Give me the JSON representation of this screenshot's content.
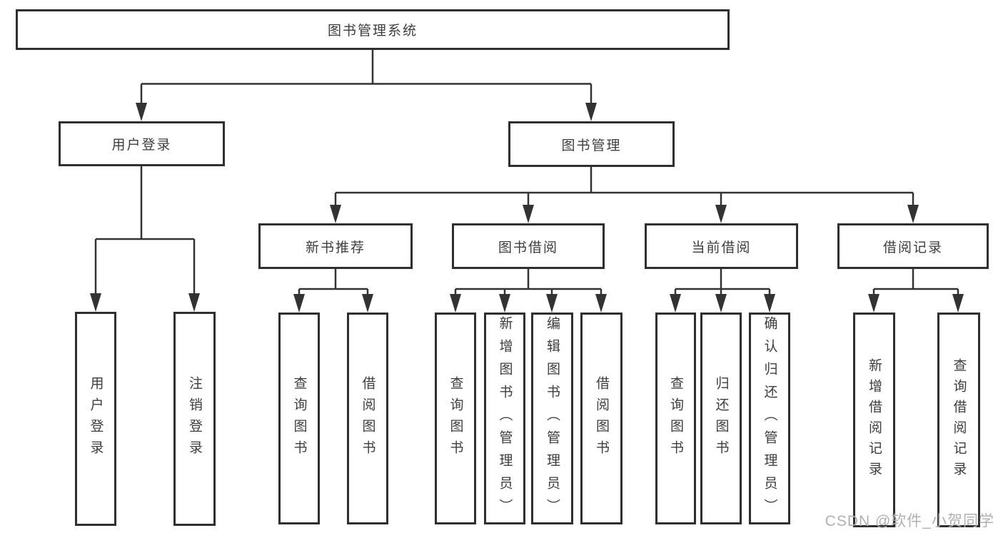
{
  "diagram": {
    "root": {
      "label": "图书管理系统"
    },
    "level2": [
      {
        "id": "user-login",
        "label": "用户登录"
      },
      {
        "id": "book-management",
        "label": "图书管理"
      }
    ],
    "level3": [
      {
        "id": "new-book-recommend",
        "parent": "book-management",
        "label": "新书推荐"
      },
      {
        "id": "book-borrow",
        "parent": "book-management",
        "label": "图书借阅"
      },
      {
        "id": "current-borrow",
        "parent": "book-management",
        "label": "当前借阅"
      },
      {
        "id": "borrow-records",
        "parent": "book-management",
        "label": "借阅记录"
      }
    ],
    "leaves": [
      {
        "parent": "user-login",
        "label": "用户登录"
      },
      {
        "parent": "user-login",
        "label": "注销登录"
      },
      {
        "parent": "new-book-recommend",
        "label": "查询图书"
      },
      {
        "parent": "new-book-recommend",
        "label": "借阅图书"
      },
      {
        "parent": "book-borrow",
        "label": "查询图书"
      },
      {
        "parent": "book-borrow",
        "label": "新增图书（管理员）"
      },
      {
        "parent": "book-borrow",
        "label": "编辑图书（管理员）"
      },
      {
        "parent": "book-borrow",
        "label": "借阅图书"
      },
      {
        "parent": "current-borrow",
        "label": "查询图书"
      },
      {
        "parent": "current-borrow",
        "label": "归还图书"
      },
      {
        "parent": "current-borrow",
        "label": "确认归还（管理员）"
      },
      {
        "parent": "borrow-records",
        "label": "新增借阅记录"
      },
      {
        "parent": "borrow-records",
        "label": "查询借阅记录"
      }
    ]
  },
  "watermark": {
    "text": "CSDN @软件_小贺同学"
  },
  "colors": {
    "line": "#333333",
    "box_border": "#2f2f2f",
    "text": "#3d3d3d",
    "watermark": "#b0b0b0",
    "background": "#ffffff"
  }
}
